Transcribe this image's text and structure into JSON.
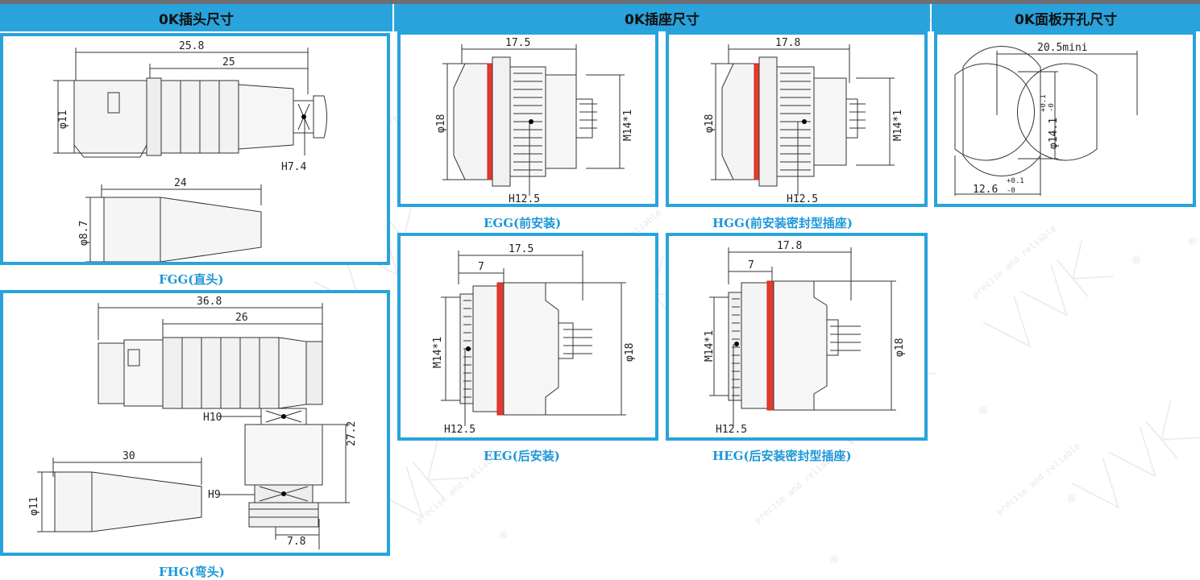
{
  "headers": {
    "plug": "0K插头尺寸",
    "socket": "0K插座尺寸",
    "panel_cutout": "0K面板开孔尺寸"
  },
  "watermark": {
    "brand": "HVK",
    "slogan": "precise and reliable",
    "mark": "®"
  },
  "fgg": {
    "caption": "FGG(直头)",
    "dims": {
      "overall": "25.8",
      "body": "25",
      "dia": "φ11",
      "hex": "H7.4",
      "boot_len": "24",
      "boot_dia": "φ8.7"
    }
  },
  "fhg": {
    "caption": "FHG(弯头)",
    "dims": {
      "overall": "36.8",
      "body": "26",
      "height": "27.2",
      "hex1": "H10",
      "hex2": "H9",
      "boot_len": "30",
      "boot_dia": "φ11",
      "offset": "7.8"
    }
  },
  "egg": {
    "caption": "EGG(前安装)",
    "dims": {
      "len": "17.5",
      "dia": "φ18",
      "thread": "M14*1",
      "hex": "H12.5"
    }
  },
  "hgg": {
    "caption": "HGG(前安装密封型插座)",
    "dims": {
      "len": "17.8",
      "dia": "φ18",
      "thread": "M14*1",
      "hex": "H12.5"
    }
  },
  "eeg": {
    "caption": "EEG(后安装)",
    "dims": {
      "len": "17.5",
      "short": "7",
      "dia": "φ18",
      "thread": "M14*1",
      "hex": "H12.5"
    }
  },
  "heg": {
    "caption": "HEG(后安装密封型插座)",
    "dims": {
      "len": "17.8",
      "short": "7",
      "dia": "φ18",
      "thread": "M14*1",
      "hex": "H12.5"
    }
  },
  "cutout": {
    "spacing": "20.5mini",
    "dia": "φ14.1",
    "dia_tol_plus": "+0.1",
    "dia_tol_minus": "-0",
    "flat": "12.6",
    "flat_tol_plus": "+0.1",
    "flat_tol_minus": "-0"
  }
}
